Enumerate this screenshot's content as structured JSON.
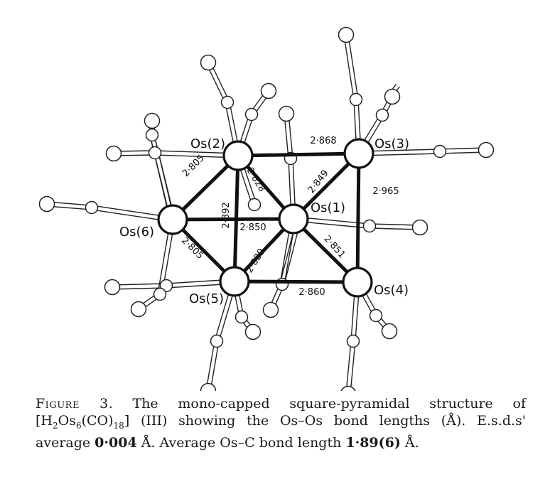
{
  "figure": {
    "atoms": [
      {
        "id": "os1",
        "label": "Os(1)"
      },
      {
        "id": "os2",
        "label": "Os(2)"
      },
      {
        "id": "os3",
        "label": "Os(3)"
      },
      {
        "id": "os4",
        "label": "Os(4)"
      },
      {
        "id": "os5",
        "label": "Os(5)"
      },
      {
        "id": "os6",
        "label": "Os(6)"
      }
    ],
    "bonds": [
      {
        "from": "os2",
        "to": "os3",
        "label": "2·868"
      },
      {
        "from": "os2",
        "to": "os1",
        "label": "2·828"
      },
      {
        "from": "os2",
        "to": "os6",
        "label": "2·805"
      },
      {
        "from": "os2",
        "to": "os5",
        "label": "2·892"
      },
      {
        "from": "os3",
        "to": "os1",
        "label": "2·849"
      },
      {
        "from": "os3",
        "to": "os4",
        "label": "2·965"
      },
      {
        "from": "os6",
        "to": "os1",
        "label": "2·850"
      },
      {
        "from": "os6",
        "to": "os5",
        "label": "2·805"
      },
      {
        "from": "os5",
        "to": "os1",
        "label": "2·829"
      },
      {
        "from": "os1",
        "to": "os4",
        "label": "2·851"
      },
      {
        "from": "os5",
        "to": "os4",
        "label": "2·860"
      }
    ]
  },
  "caption": {
    "figure_number": "Figure 3",
    "text_1": "The mono-capped square-pyramidal structure of",
    "formula_open": "[H",
    "sub_h": "2",
    "formula_os": "Os",
    "sub_os": "6",
    "formula_co": "(CO)",
    "sub_co": "18",
    "formula_close": "]",
    "text_2": " (III) showing the Os–Os bond lengths (Å). E.s.d.s' average ",
    "esd_value": "0·004",
    "text_3": " Å. Average Os–C bond length ",
    "bond_value": "1·89(6)",
    "text_4": " Å."
  }
}
